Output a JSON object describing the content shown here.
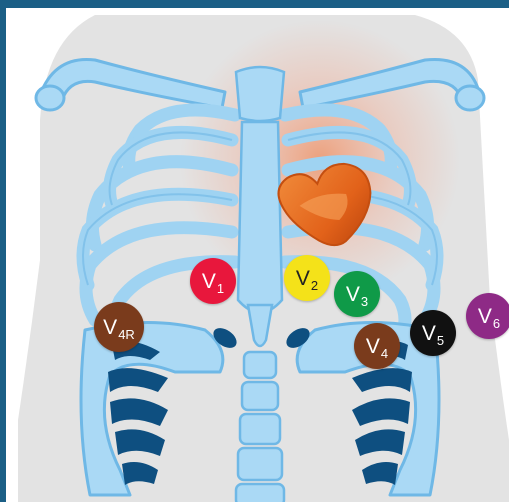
{
  "colors": {
    "frame": "#1b5f86",
    "body_silhouette": "#e3e3e3",
    "bone_fill": "#aad9f5",
    "bone_stroke": "#6fb8e6",
    "lung_dark": "#0e4f80",
    "heart": "#e2621a",
    "glow": "#f08a5a"
  },
  "leads": [
    {
      "id": "v1",
      "letter": "V",
      "sub": "1",
      "color": "#e8173c",
      "text_color": "#ffffff"
    },
    {
      "id": "v2",
      "letter": "V",
      "sub": "2",
      "color": "#f4e219",
      "text_color": "#222222"
    },
    {
      "id": "v3",
      "letter": "V",
      "sub": "3",
      "color": "#0f9a48",
      "text_color": "#ffffff"
    },
    {
      "id": "v4r",
      "letter": "V",
      "sub": "4R",
      "color": "#7a3b1c",
      "text_color": "#ffffff"
    },
    {
      "id": "v4",
      "letter": "V",
      "sub": "4",
      "color": "#7a3b1c",
      "text_color": "#ffffff"
    },
    {
      "id": "v5",
      "letter": "V",
      "sub": "5",
      "color": "#111111",
      "text_color": "#ffffff"
    },
    {
      "id": "v6",
      "letter": "V",
      "sub": "6",
      "color": "#8e2a86",
      "text_color": "#ffffff"
    }
  ]
}
